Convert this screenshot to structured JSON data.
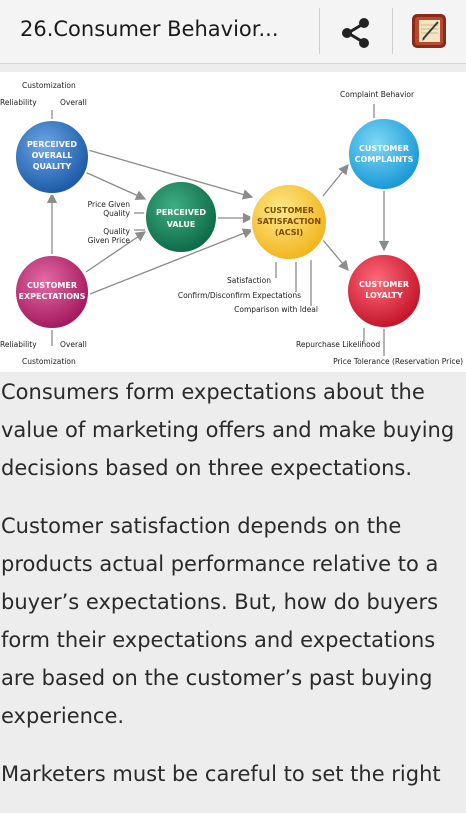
{
  "app_bar": {
    "title": "26.Consumer Behavior...",
    "share_icon": "share-icon",
    "app_icon": "notebook-app-icon"
  },
  "diagram": {
    "circles": {
      "perceived_overall_quality": [
        "PERCEIVED",
        "OVERALL",
        "QUALITY"
      ],
      "perceived_value": [
        "PERCEIVED",
        "VALUE"
      ],
      "customer_satisfaction": [
        "CUSTOMER",
        "SATISFACTION",
        "(ACSI)"
      ],
      "customer_complaints": [
        "CUSTOMER",
        "COMPLAINTS"
      ],
      "customer_expectations": [
        "CUSTOMER",
        "EXPECTATIONS"
      ],
      "customer_loyalty": [
        "CUSTOMER",
        "LOYALTY"
      ]
    },
    "labels": {
      "top_customization": "Customization",
      "top_reliability": "Reliability",
      "top_overall": "Overall",
      "complaint_behavior": "Complaint Behavior",
      "price_given_quality_1": "Price Given",
      "price_given_quality_2": "Quality",
      "quality_given_price_1": "Quality",
      "quality_given_price_2": "Given Price",
      "satisfaction": "Satisfaction",
      "confirm_disconfirm": "Confirm/Disconfirm Expectations",
      "comparison_ideal": "Comparison with Ideal",
      "bottom_reliability": "Reliability",
      "bottom_overall": "Overall",
      "bottom_customization": "Customization",
      "repurchase": "Repurchase Likelihood",
      "price_tolerance": "Price Tolerance (Reservation Price)"
    }
  },
  "paragraphs": [
    "Consumers form expectations about the value of marketing offers and make buying decisions based on three expectations.",
    "Customer satisfaction depends on the products actual performance relative to a buyer’s expectations. But, how do buyers form their expectations and expectations are based on the customer’s past buying experience.",
    "Marketers must be careful to set the right"
  ]
}
